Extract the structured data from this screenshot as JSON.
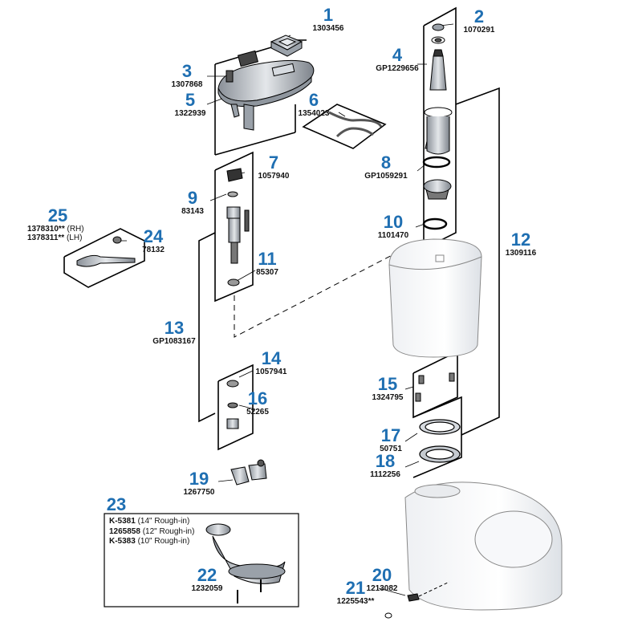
{
  "parts": [
    {
      "num": "1",
      "pn": "1303456"
    },
    {
      "num": "2",
      "pn": "1070291"
    },
    {
      "num": "3",
      "pn": "1307868"
    },
    {
      "num": "4",
      "pn": "GP1229656"
    },
    {
      "num": "5",
      "pn": "1322939"
    },
    {
      "num": "6",
      "pn": "1354023"
    },
    {
      "num": "7",
      "pn": "1057940"
    },
    {
      "num": "8",
      "pn": "GP1059291"
    },
    {
      "num": "9",
      "pn": "83143"
    },
    {
      "num": "10",
      "pn": "1101470"
    },
    {
      "num": "11",
      "pn": "85307"
    },
    {
      "num": "12",
      "pn": "1309116"
    },
    {
      "num": "13",
      "pn": "GP1083167"
    },
    {
      "num": "14",
      "pn": "1057941"
    },
    {
      "num": "15",
      "pn": "1324795"
    },
    {
      "num": "16",
      "pn": "52265"
    },
    {
      "num": "17",
      "pn": "50751"
    },
    {
      "num": "18",
      "pn": "1112256"
    },
    {
      "num": "19",
      "pn": "1267750"
    },
    {
      "num": "20",
      "pn": "1213082"
    },
    {
      "num": "21",
      "pn": "1225543**"
    },
    {
      "num": "22",
      "pn": "1232059"
    },
    {
      "num": "23",
      "pn": ""
    },
    {
      "num": "24",
      "pn": "78132"
    },
    {
      "num": "25",
      "pn": ""
    }
  ],
  "part25_lines": [
    {
      "pn": "1378310**",
      "side": "(RH)"
    },
    {
      "pn": "1378311**",
      "side": "(LH)"
    }
  ],
  "part23_lines": [
    {
      "pn": "K-5381",
      "desc": "(14\" Rough-in)"
    },
    {
      "pn": "1265858",
      "desc": "(12\" Rough-in)"
    },
    {
      "pn": "K-5383",
      "desc": "(10\" Rough-in)"
    }
  ],
  "colors": {
    "callout": "#1f6fb2",
    "line": "#000000",
    "part": "#bfc5cc"
  }
}
